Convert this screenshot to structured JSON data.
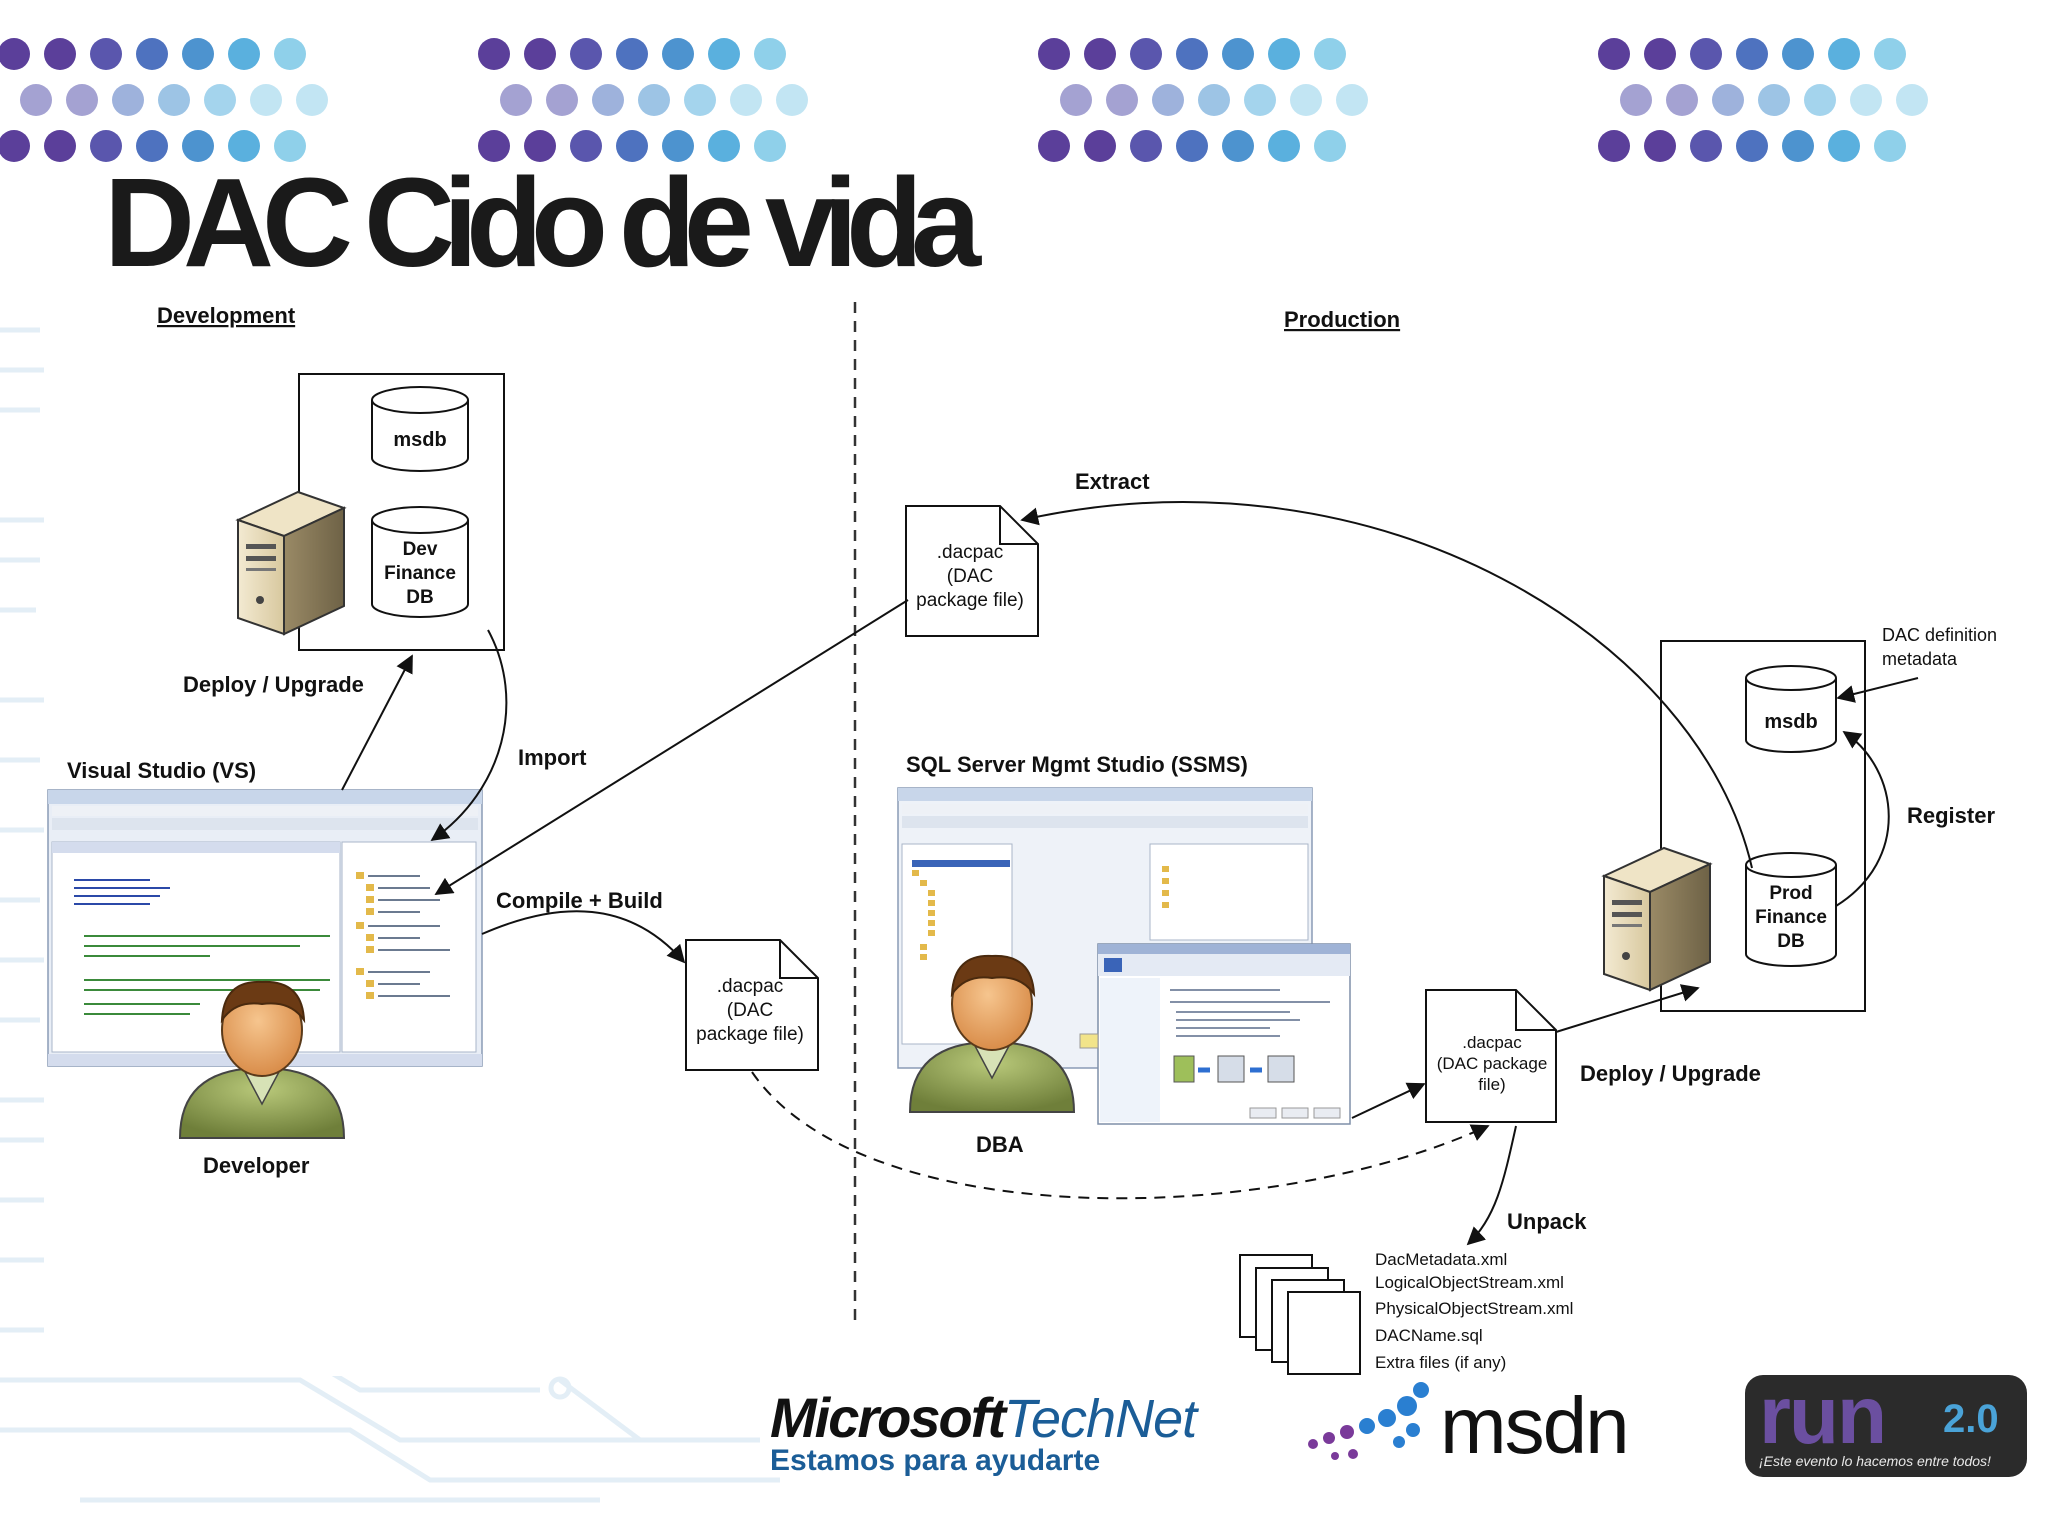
{
  "title": "DAC Cido de vida",
  "sections": {
    "development": "Development",
    "production": "Production"
  },
  "databases": {
    "dev_msdb": "msdb",
    "dev_finance": [
      "Dev",
      "Finance",
      "DB"
    ],
    "prod_msdb": "msdb",
    "prod_finance": [
      "Prod",
      "Finance",
      "DB"
    ]
  },
  "packages": {
    "extract_pkg": [
      ".dacpac",
      "(DAC",
      "package file)"
    ],
    "build_pkg": [
      ".dacpac",
      "(DAC",
      "package file)"
    ],
    "deploy_pkg": [
      ".dacpac",
      "(DAC package",
      "file)"
    ]
  },
  "arrows": {
    "deploy_upgrade_dev": "Deploy / Upgrade",
    "import": "Import",
    "compile_build": "Compile + Build",
    "extract": "Extract",
    "deploy_upgrade_prod": "Deploy / Upgrade",
    "register": "Register",
    "unpack": "Unpack"
  },
  "tools": {
    "vs": "Visual Studio (VS)",
    "ssms": "SQL Server Mgmt Studio (SSMS)"
  },
  "people": {
    "developer": "Developer",
    "dba": "DBA"
  },
  "metadata_note": [
    "DAC definition",
    "metadata"
  ],
  "unpacked_files": [
    "DacMetadata.xml",
    "LogicalObjectStream.xml",
    "PhysicalObjectStream.xml",
    "DACName.sql",
    "Extra files (if any)"
  ],
  "logos": {
    "technet_ms": "Microsoft",
    "technet_tn": "TechNet",
    "technet_sub": "Estamos para ayudarte",
    "msdn": "msdn",
    "run_word": "run",
    "run_version": "2.0",
    "run_tagline": "¡Este evento lo hacemos entre todos!"
  },
  "colors": {
    "dot_palette": [
      "#5b3f9a",
      "#5a56ad",
      "#4e72bf",
      "#4d93cf",
      "#5ab0de",
      "#8fd0ea"
    ],
    "circuit": "#e3eef6",
    "technet_blue": "#1b5d97",
    "run_purple": "#6b4fa0"
  }
}
